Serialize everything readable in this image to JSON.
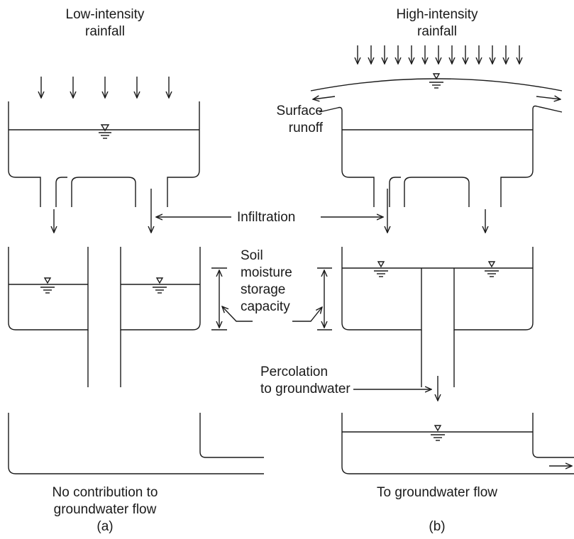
{
  "labels": {
    "low_intensity": "Low-intensity",
    "low_rainfall": "rainfall",
    "high_intensity": "High-intensity",
    "high_rainfall": "rainfall",
    "surface": "Surface",
    "runoff": "runoff",
    "infiltration": "Infiltration",
    "soil": "Soil",
    "moisture": "moisture",
    "storage": "storage",
    "capacity": "capacity",
    "percolation": "Percolation",
    "to_groundwater": "to groundwater",
    "no_contribution": "No contribution to",
    "groundwater_flow": "groundwater flow",
    "panel_a": "(a)",
    "to_groundwater_flow": "To groundwater flow",
    "panel_b": "(b)"
  }
}
